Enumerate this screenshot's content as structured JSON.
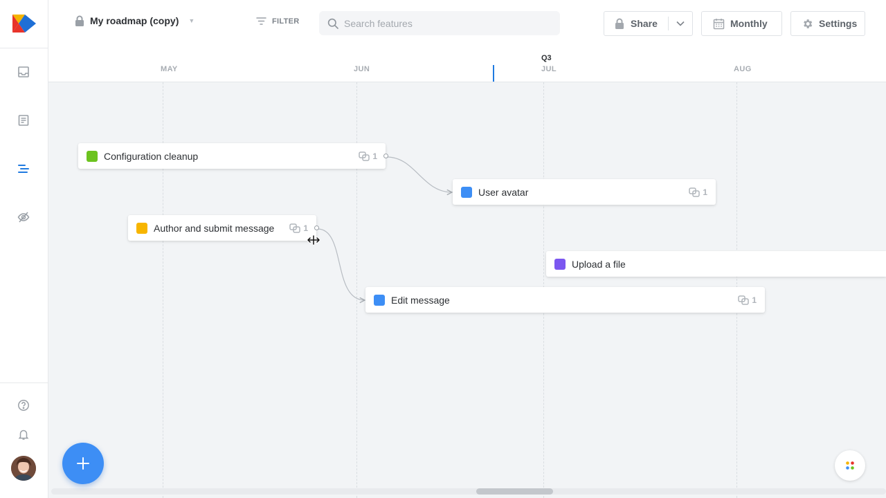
{
  "header": {
    "roadmap_title": "My roadmap (copy)",
    "filter_label": "FILTER",
    "search_placeholder": "Search features",
    "share_label": "Share",
    "view_label": "Monthly",
    "settings_label": "Settings"
  },
  "timeline": {
    "quarter": "Q3",
    "months": [
      "MAY",
      "JUN",
      "JUL",
      "AUG"
    ]
  },
  "features": [
    {
      "name": "Configuration cleanup",
      "color": "#6cc31f",
      "dependencies": "1"
    },
    {
      "name": "User avatar",
      "color": "#3d8ef5",
      "dependencies": "1"
    },
    {
      "name": "Author and submit message",
      "color": "#f7b500",
      "dependencies": "1"
    },
    {
      "name": "Upload a file",
      "color": "#7b57f0",
      "dependencies": ""
    },
    {
      "name": "Edit message",
      "color": "#3d8ef5",
      "dependencies": "1"
    }
  ],
  "icons": {
    "sidebar": [
      "inbox-icon",
      "document-icon",
      "roadmap-icon",
      "hidden-icon",
      "help-icon",
      "bell-icon"
    ],
    "topbar": [
      "lock-icon",
      "filter-icon",
      "search-icon",
      "calendar-icon",
      "gear-icon"
    ]
  },
  "colors": {
    "accent": "#1f7ae0",
    "fab": "#3d8ef5"
  }
}
